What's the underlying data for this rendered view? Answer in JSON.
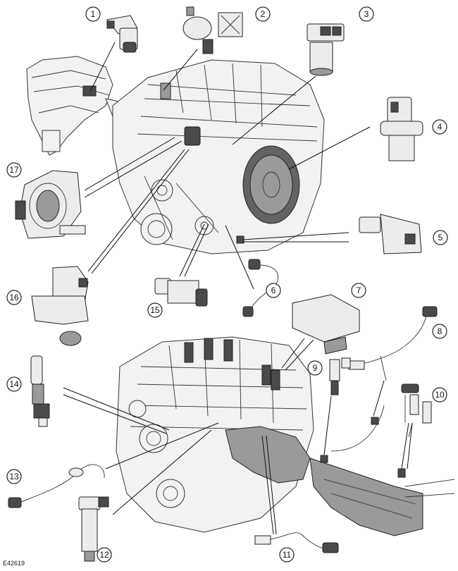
{
  "figure": {
    "reference_code": "E42619",
    "callouts": [
      {
        "num": "1"
      },
      {
        "num": "2"
      },
      {
        "num": "3"
      },
      {
        "num": "4"
      },
      {
        "num": "5"
      },
      {
        "num": "6"
      },
      {
        "num": "7"
      },
      {
        "num": "8"
      },
      {
        "num": "9"
      },
      {
        "num": "10"
      },
      {
        "num": "11"
      },
      {
        "num": "12"
      },
      {
        "num": "13"
      },
      {
        "num": "14"
      },
      {
        "num": "15"
      },
      {
        "num": "16"
      },
      {
        "num": "17"
      }
    ]
  }
}
